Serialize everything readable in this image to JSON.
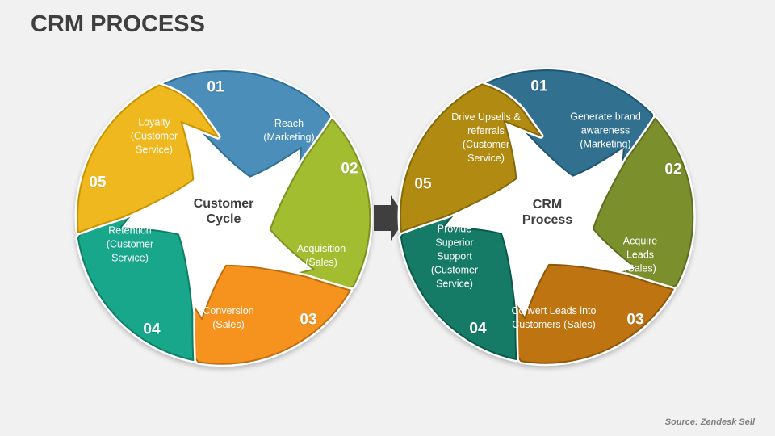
{
  "title": "CRM PROCESS",
  "source": "Source: Zendesk Sell",
  "arrow_color": "#3f3f3f",
  "left_diagram": {
    "center_label": "Customer\nCycle",
    "segments": [
      {
        "number": "01",
        "label": "Reach\n(Marketing)",
        "fill": "#4a8eb9",
        "border": "#2d6e94"
      },
      {
        "number": "02",
        "label": "Acquisition\n(Sales)",
        "fill": "#a3bd31",
        "border": "#7c9222"
      },
      {
        "number": "03",
        "label": "Conversion\n(Sales)",
        "fill": "#f6921e",
        "border": "#c06e10"
      },
      {
        "number": "04",
        "label": "Retention\n(Customer\nService)",
        "fill": "#18a78b",
        "border": "#0f7e67"
      },
      {
        "number": "05",
        "label": "Loyalty\n(Customer\nService)",
        "fill": "#efb81e",
        "border": "#c79400"
      }
    ]
  },
  "right_diagram": {
    "center_label": "CRM\nProcess",
    "segments": [
      {
        "number": "01",
        "label": "Generate brand\nawareness\n(Marketing)",
        "fill": "#31708f",
        "border": "#1e5573"
      },
      {
        "number": "02",
        "label": "Acquire\nLeads\n(Sales)",
        "fill": "#7c8f2d",
        "border": "#5e6e1d"
      },
      {
        "number": "03",
        "label": "Convert Leads into\nCustomers (Sales)",
        "fill": "#be7511",
        "border": "#8e570b"
      },
      {
        "number": "04",
        "label": "Provide\nSuperior\nSupport\n(Customer\nService)",
        "fill": "#167b66",
        "border": "#0a5a49"
      },
      {
        "number": "05",
        "label": "Drive Upsells &\nreferrals\n(Customer\nService)",
        "fill": "#b18b11",
        "border": "#846809"
      }
    ]
  }
}
